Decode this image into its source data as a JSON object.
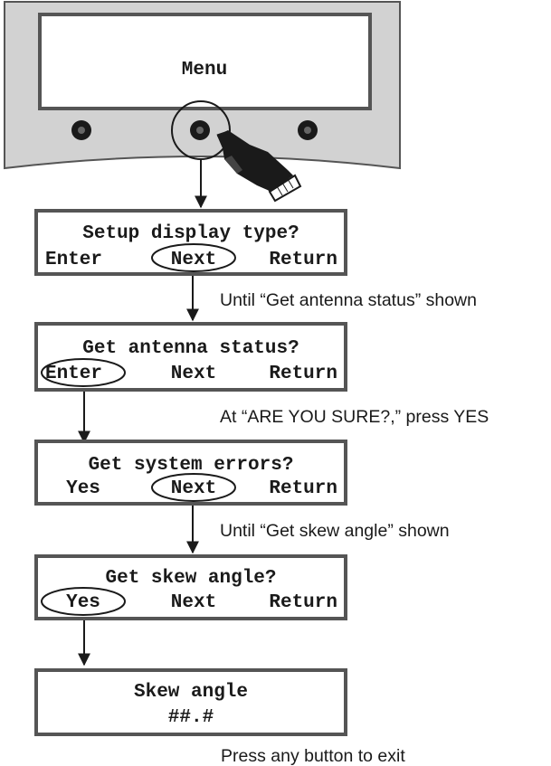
{
  "device": {
    "screen_text": "Menu"
  },
  "screens": [
    {
      "line1": "Setup display type?",
      "opt_left": "Enter",
      "opt_mid": "Next",
      "opt_right": "Return",
      "note": "Until “Get antenna status” shown"
    },
    {
      "line1": "Get antenna status?",
      "opt_left": "Enter",
      "opt_mid": "Next",
      "opt_right": "Return",
      "note": "At “ARE YOU SURE?,” press YES"
    },
    {
      "line1": "Get system errors?",
      "opt_left": "Yes",
      "opt_mid": "Next",
      "opt_right": "Return",
      "note": "Until “Get skew angle” shown"
    },
    {
      "line1": "Get skew angle?",
      "opt_left": "Yes",
      "opt_mid": "Next",
      "opt_right": "Return"
    },
    {
      "line1": "Skew angle",
      "line2": "##.#",
      "note": "Press any button to exit"
    }
  ],
  "colors": {
    "panel_fill": "#d2d2d2",
    "stroke": "#555555",
    "ink": "#1a1a1a"
  }
}
